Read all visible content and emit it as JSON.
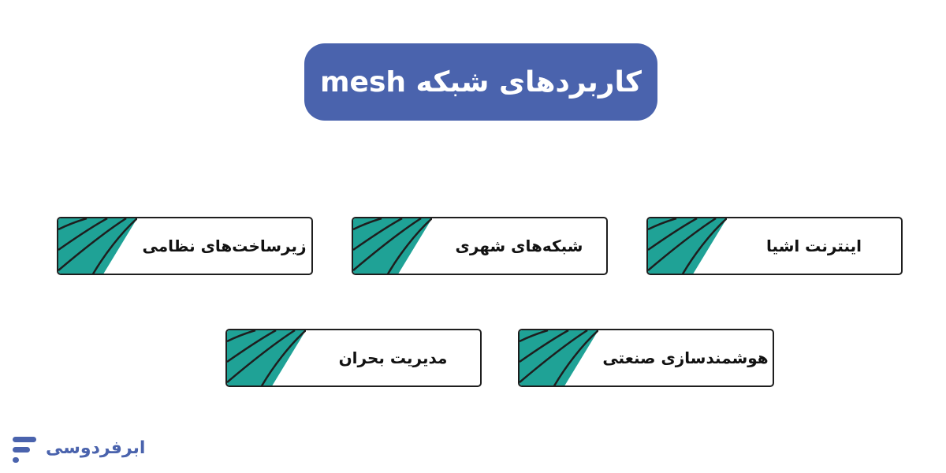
{
  "title": "کاربردهای شبکه mesh",
  "cards": {
    "row1_right": "اینترنت اشیا",
    "row1_middle": "شبکه‌های شهری",
    "row1_left": "زیرساخت‌های نظامی",
    "row2_right": "هوشمندسازی صنعتی",
    "row2_left": "مدیریت بحران"
  },
  "brand": {
    "name": "ابرفردوسی",
    "icon": "brand-logo-icon"
  },
  "colors": {
    "title_bg": "#4a63ad",
    "stripe": "#1fa296",
    "border": "#1e1e1e",
    "brand": "#4a63ad"
  }
}
